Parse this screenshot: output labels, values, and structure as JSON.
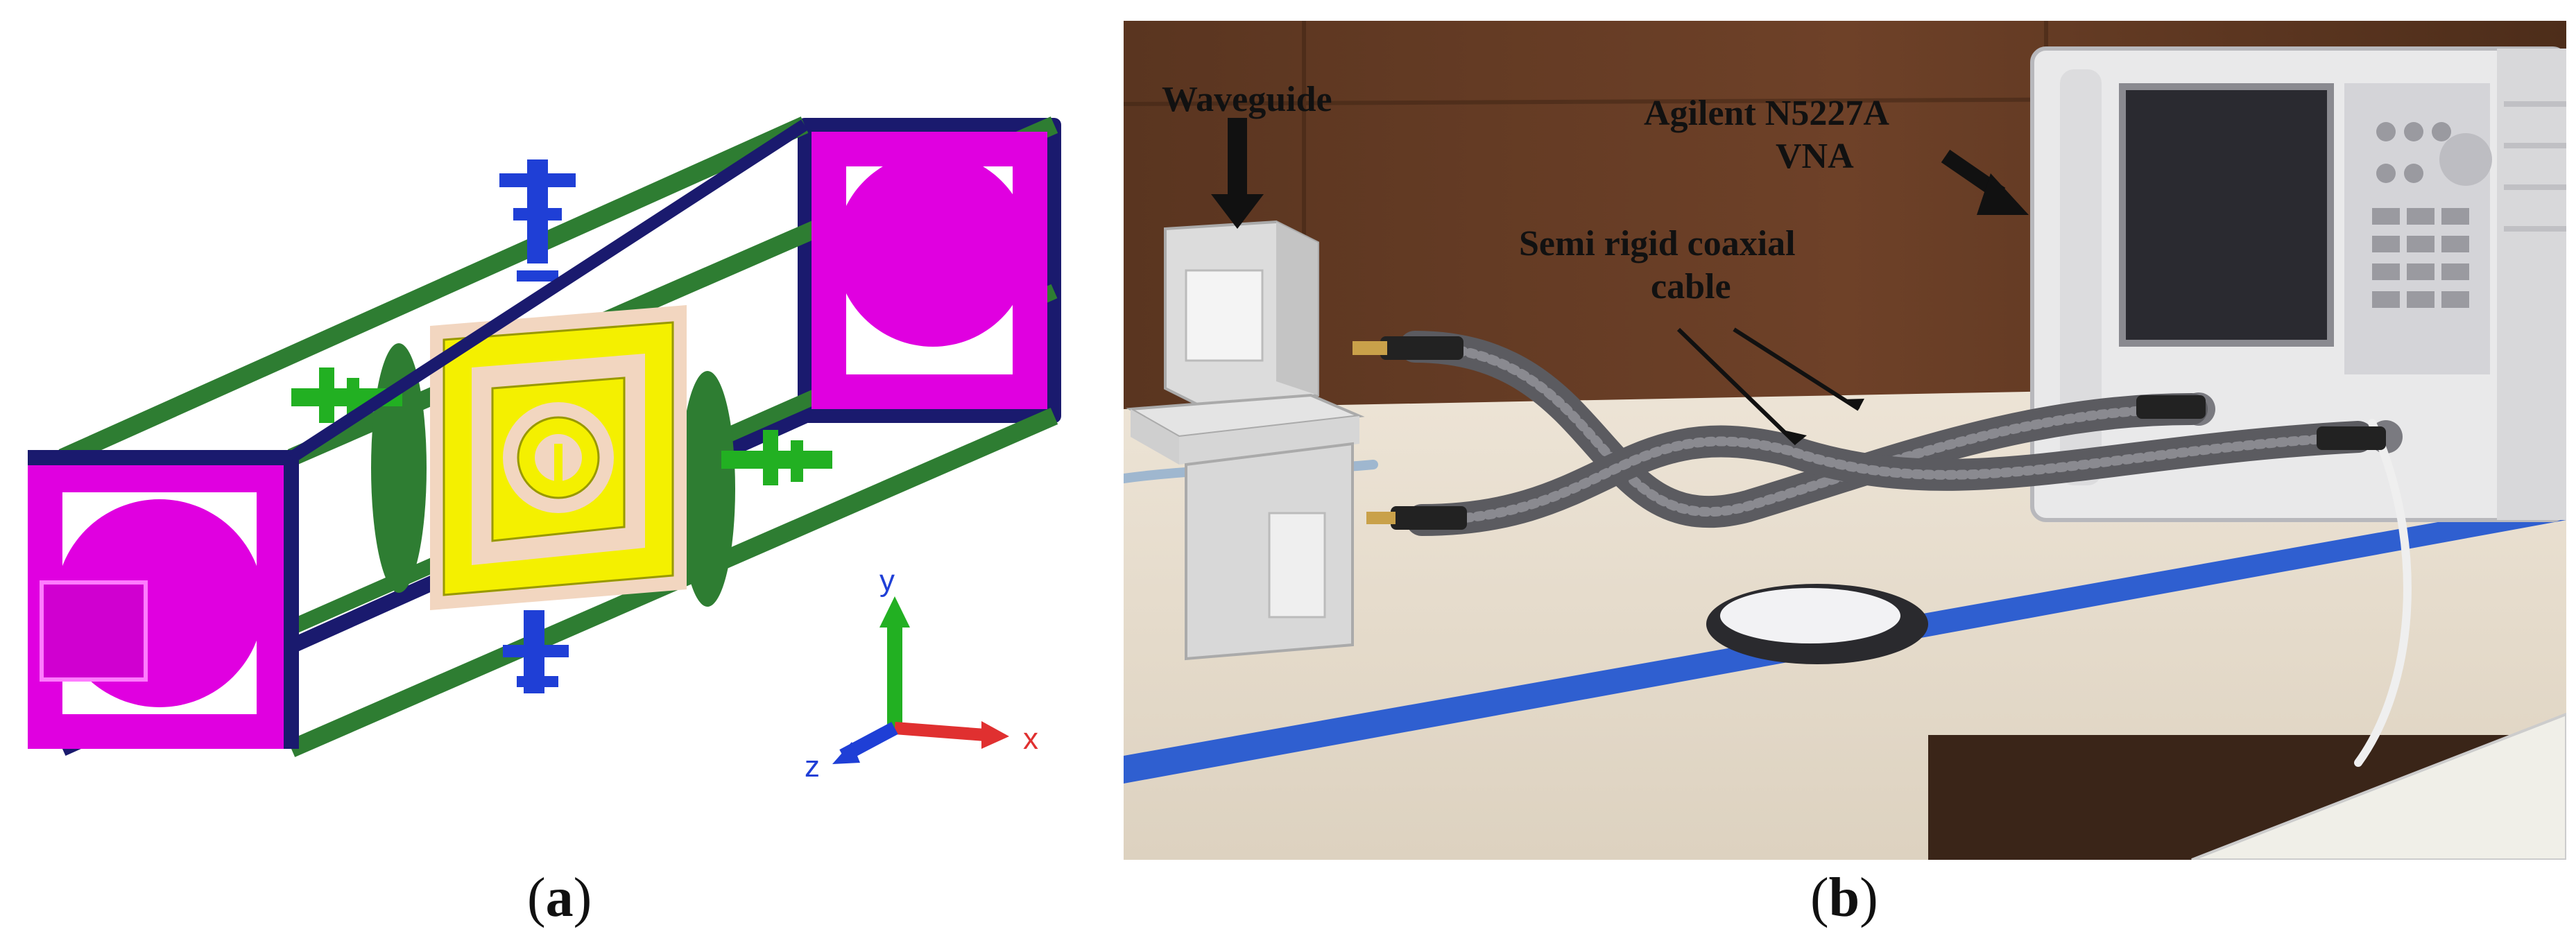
{
  "panel_a": {
    "axes": {
      "x": "x",
      "y": "y",
      "z": "z"
    },
    "colors": {
      "frame_green": "#2e7d32",
      "frame_navy": "#1a1a6e",
      "port_magenta": "#e000e0",
      "patch_yellow": "#f4f000",
      "substrate": "#f2d6c0",
      "feed_blue": "#1f3fd6",
      "feed_green": "#22b022"
    }
  },
  "panel_b": {
    "labels": {
      "waveguide": "Waveguide",
      "vna_line1": "Agilent N5227A",
      "vna_line2": "VNA",
      "cable_line1": "Semi rigid coaxial",
      "cable_line2": "cable"
    }
  },
  "captions": {
    "a": {
      "open": "(",
      "letter": "a",
      "close": ")"
    },
    "b": {
      "open": "(",
      "letter": "b",
      "close": ")"
    }
  }
}
